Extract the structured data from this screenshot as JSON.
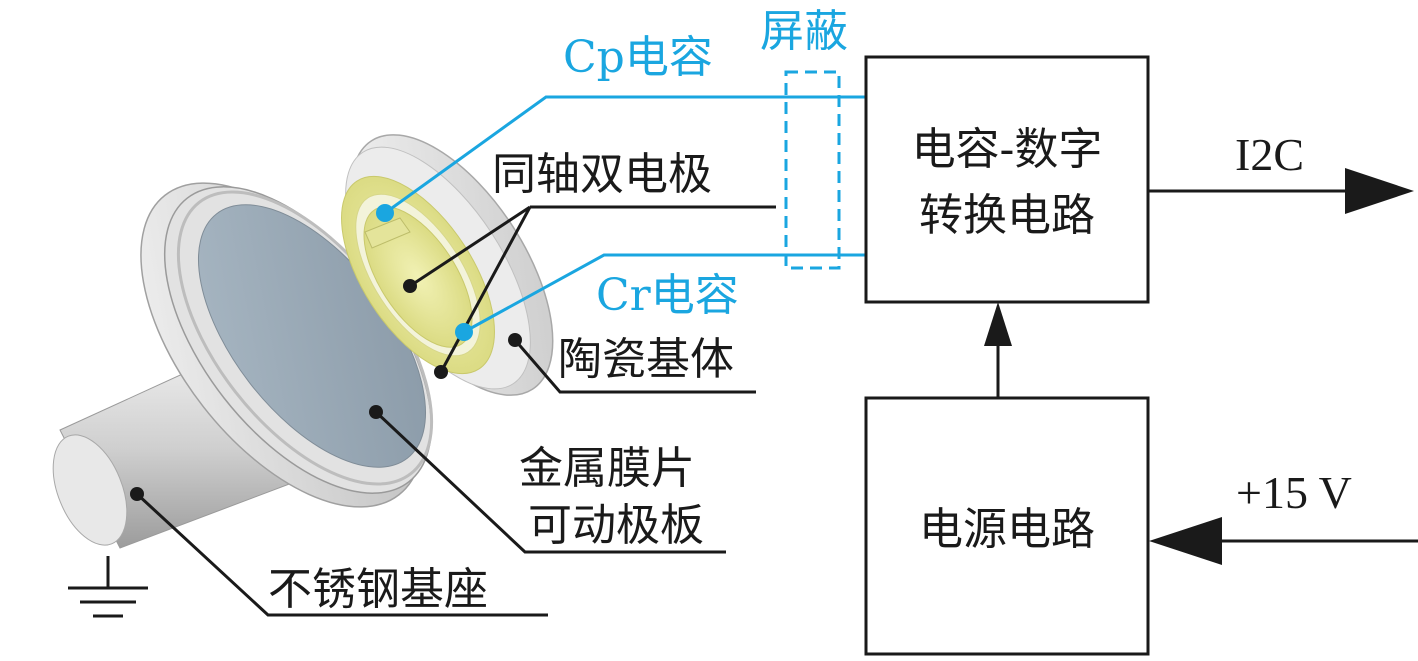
{
  "labels": {
    "cp_capacitor": "Cp电容",
    "shield": "屏蔽",
    "coaxial_electrodes": "同轴双电极",
    "cr_capacitor": "Cr电容",
    "ceramic_substrate": "陶瓷基体",
    "metal_diaphragm": "金属膜片",
    "movable_plate": "可动极板",
    "stainless_base": "不锈钢基座"
  },
  "blocks": {
    "cdc_line1": "电容-数字",
    "cdc_line2": "转换电路",
    "power": "电源电路"
  },
  "signals": {
    "output": "I2C",
    "supply": "+15 V"
  },
  "colors": {
    "accent_blue": "#1aa6e0",
    "line_black": "#1a1a1a",
    "electrode_yellow": "#e6e69a",
    "diaphragm_gray": "#9aa9b6"
  }
}
